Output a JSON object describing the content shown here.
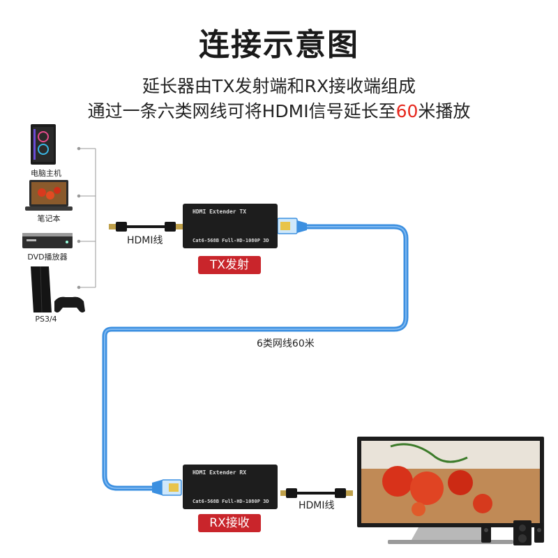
{
  "title": "连接示意图",
  "subtitle_line1": "延长器由TX发射端和RX接收端组成",
  "subtitle_line2_pre": "通过一条六类网线可将HDMI信号延长至",
  "subtitle_line2_accent": "60",
  "subtitle_line2_post": "米播放",
  "accent_color": "#e6271d",
  "sources": [
    {
      "label": "电脑主机",
      "icon": "desktop-pc-icon"
    },
    {
      "label": "笔记本",
      "icon": "laptop-icon"
    },
    {
      "label": "DVD播放器",
      "icon": "dvd-player-icon"
    },
    {
      "label": "PS3/4",
      "icon": "game-console-icon"
    }
  ],
  "tx": {
    "brand": "HDMI Extender TX",
    "spec": "Cat6-568B Full-HD-1080P 3D",
    "badge": "TX发射",
    "badge_color": "#c9252b"
  },
  "rx": {
    "brand": "HDMI Extender RX",
    "spec": "Cat6-568B Full-HD-1080P 3D",
    "badge": "RX接收",
    "badge_color": "#c9252b"
  },
  "hdmi_cable_label_tx": "HDMI线",
  "hdmi_cable_label_rx": "HDMI线",
  "network_cable_label": "6类网线60米",
  "network_cable_color": "#3b8fe0",
  "display": {
    "icon": "monitor-icon"
  },
  "speakers": {
    "icon": "speakers-icon"
  }
}
